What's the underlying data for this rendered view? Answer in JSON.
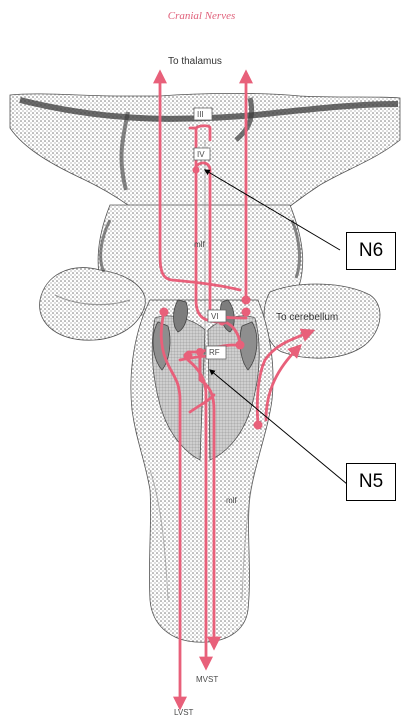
{
  "title": "Cranial Nerves",
  "labels": {
    "to_thalamus": "To thalamus",
    "to_cerebellum": "To cerebellum",
    "nucleus_III": "III",
    "nucleus_IV": "IV",
    "nucleus_VI": "VI",
    "rf": "RF",
    "mlf_upper": "mlf",
    "mlf_lower": "mlf",
    "mvst": "MVST",
    "lvst": "LVST"
  },
  "callouts": {
    "n6": "N6",
    "n5": "N5"
  },
  "colors": {
    "pathway": "#e8607a",
    "tissue_dark": "#4a4a4a",
    "nucleus_fill": "#8e8e8e",
    "callout_border": "#000000"
  }
}
